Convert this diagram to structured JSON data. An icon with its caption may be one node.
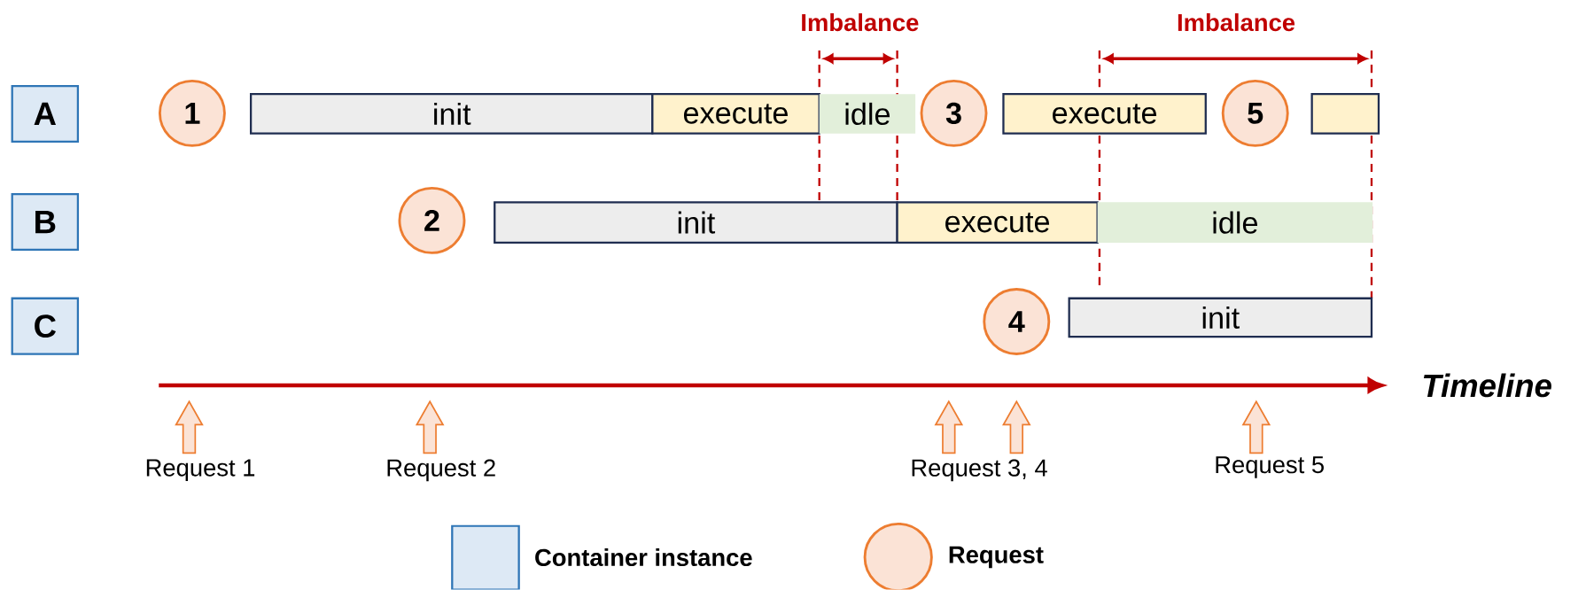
{
  "diagram": {
    "nodes": [
      {
        "text": [
          "A"
        ]
      },
      {
        "text": [
          "B"
        ]
      },
      {
        "text": [
          "C"
        ]
      },
      {
        "text": [
          "1"
        ]
      },
      {
        "text": [
          "init"
        ]
      },
      {
        "text": [
          "execute"
        ]
      },
      {
        "text": [
          "idle"
        ]
      },
      {
        "text": [
          "3"
        ]
      },
      {
        "text": [
          "execute"
        ]
      },
      {
        "text": [
          "5"
        ]
      },
      {
        "text": [],
        "shape": "bar"
      },
      {
        "text": [
          "2"
        ]
      },
      {
        "text": [
          "init"
        ]
      },
      {
        "text": [
          "execute"
        ]
      },
      {
        "text": [
          "idle"
        ]
      },
      {
        "text": [
          "4"
        ]
      },
      {
        "text": [
          "init"
        ]
      }
    ],
    "labels": [
      "Imbalance",
      "Imbalance",
      "Timeline",
      "Request 1",
      "Request 2",
      "Request 3, 4",
      "Request 5"
    ],
    "legend": [
      {
        "text": "Container instance"
      },
      {
        "text": "Request"
      }
    ]
  }
}
